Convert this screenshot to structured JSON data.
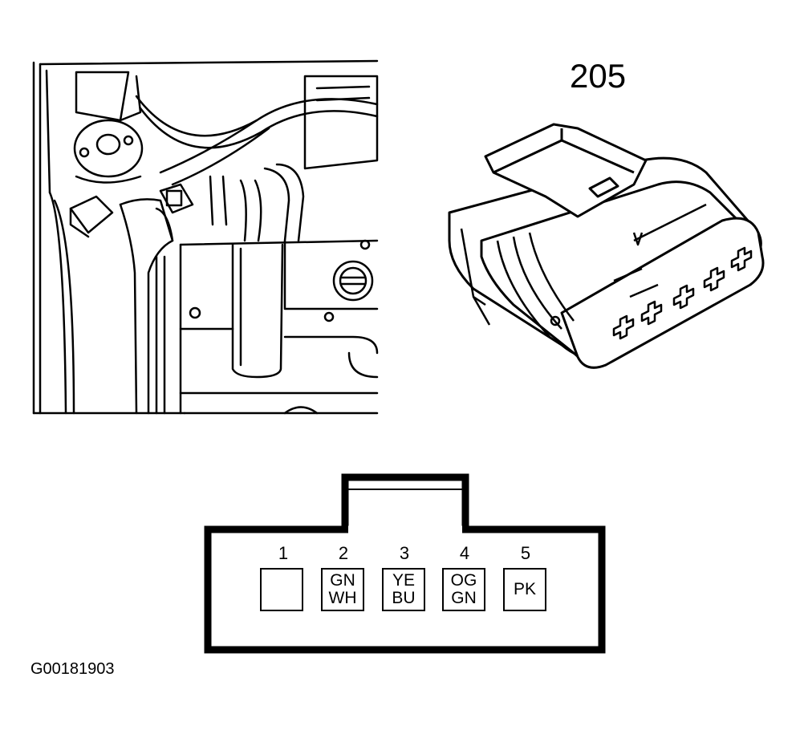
{
  "part_number": "205",
  "figure_id": "G00181903",
  "connector": {
    "pins": [
      {
        "number": "1",
        "lines": [
          "",
          ""
        ]
      },
      {
        "number": "2",
        "lines": [
          "GN",
          "WH"
        ]
      },
      {
        "number": "3",
        "lines": [
          "YE",
          "BU"
        ]
      },
      {
        "number": "4",
        "lines": [
          "OG",
          "GN"
        ]
      },
      {
        "number": "5",
        "lines": [
          "PK",
          ""
        ]
      }
    ]
  },
  "colors": {
    "line": "#000000",
    "background": "#ffffff"
  }
}
